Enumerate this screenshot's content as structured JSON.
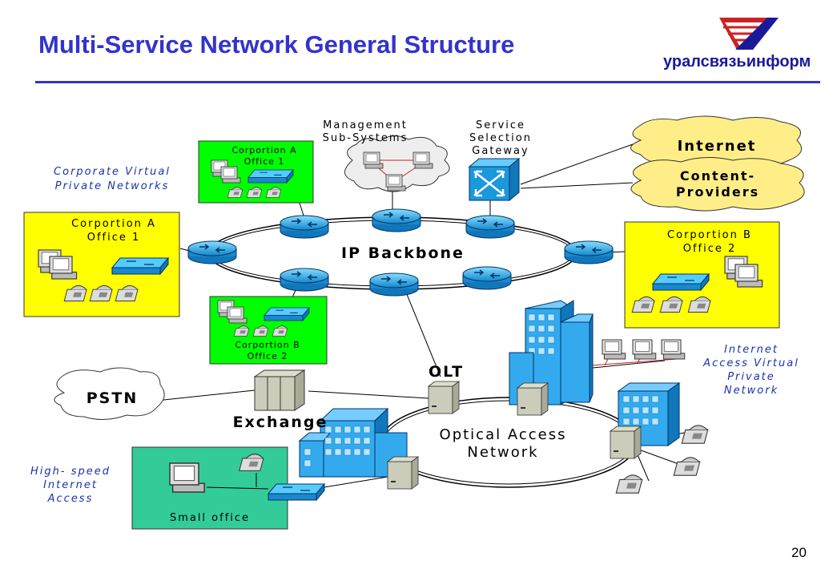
{
  "title": "Multi-Service Network General Structure",
  "logo": {
    "text": "уралсвязьинформ"
  },
  "page_number": "20",
  "labels": {
    "management": [
      "Management",
      "Sub-Systems"
    ],
    "ssg": [
      "Service",
      "Selection",
      "Gateway"
    ],
    "internet": "Internet",
    "content": [
      "Content-",
      "Providers"
    ],
    "ip_backbone": "IP Backbone",
    "corp_vpn": [
      "Corporate Virtual",
      "Private Networks"
    ],
    "corp_a_small": [
      "Corportion A",
      "Office 1"
    ],
    "corp_a_big": [
      "Corportion A",
      "Office 1"
    ],
    "corp_b_small": [
      "Corportion B",
      "Office 2"
    ],
    "corp_b_big": [
      "Corportion B",
      "Office 2"
    ],
    "internet_vpn": [
      "Internet",
      "Access Virtual",
      "Private",
      "Network"
    ],
    "olt": "OLT",
    "pstn": "PSTN",
    "exchange": "Exchange",
    "optical": [
      "Optical Access",
      "Network"
    ],
    "hsia": [
      "High- speed",
      "Internet",
      "Access"
    ],
    "small_office": "Small office"
  },
  "colors": {
    "title": "#3333cc",
    "corp_yellow": "#ffff00",
    "corp_green": "#00ff00",
    "small_office_teal": "#33cc99",
    "router_cyan": "#33bbee",
    "building_blue": "#33aaee",
    "cloud_cream": "#ffee88"
  }
}
